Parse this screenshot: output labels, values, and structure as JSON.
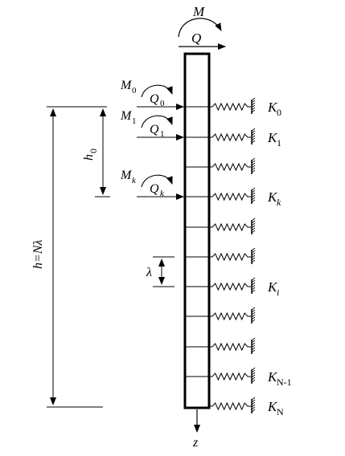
{
  "diagram": {
    "top_moment": "M",
    "top_shear": "Q",
    "applied_loads": [
      {
        "moment": "M",
        "moment_sub": "0",
        "shear": "Q",
        "shear_sub": "0"
      },
      {
        "moment": "M",
        "moment_sub": "1",
        "shear": "Q",
        "shear_sub": "1"
      },
      {
        "moment": "M",
        "moment_sub": "k",
        "shear": "Q",
        "shear_sub": "k"
      }
    ],
    "springs": [
      {
        "label": "K",
        "sub": "0"
      },
      {
        "label": "K",
        "sub": "1"
      },
      {
        "label": "",
        "sub": ""
      },
      {
        "label": "K",
        "sub": "k"
      },
      {
        "label": "",
        "sub": ""
      },
      {
        "label": "",
        "sub": ""
      },
      {
        "label": "K",
        "sub": "i"
      },
      {
        "label": "",
        "sub": ""
      },
      {
        "label": "",
        "sub": ""
      },
      {
        "label": "K",
        "sub": "N-1"
      },
      {
        "label": "K",
        "sub": "N"
      }
    ],
    "dim_total": "h=Nλ",
    "dim_h0": "h",
    "dim_h0_sub": "0",
    "dim_lambda": "λ",
    "axis_label": "z",
    "colors": {
      "line": "#000000",
      "background": "#ffffff"
    }
  }
}
